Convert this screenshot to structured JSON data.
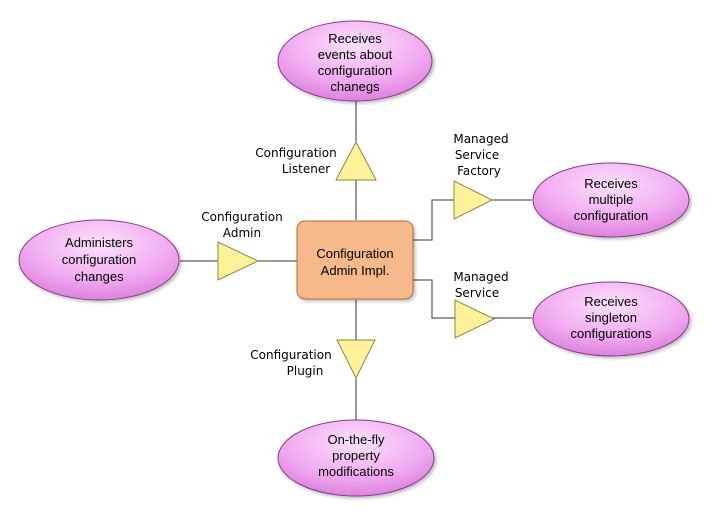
{
  "diagram": {
    "center": {
      "lines": [
        "Configuration",
        "Admin Impl."
      ]
    },
    "nodes": {
      "listener_events": {
        "lines": [
          "Receives",
          "events about",
          "configuration",
          "chanegs"
        ]
      },
      "administers": {
        "lines": [
          "Administers",
          "configuration",
          "changes"
        ]
      },
      "multiple": {
        "lines": [
          "Receives",
          "multiple",
          "configuration"
        ]
      },
      "singleton": {
        "lines": [
          "Receives",
          "singleton",
          "configurations"
        ]
      },
      "plugin_mods": {
        "lines": [
          "On-the-fly",
          "property",
          "modifications"
        ]
      }
    },
    "interfaces": {
      "listener": {
        "lines": [
          "Configuration",
          "Listener"
        ]
      },
      "admin": {
        "lines": [
          "Configuration",
          "Admin"
        ]
      },
      "factory": {
        "lines": [
          "Managed",
          "Service",
          "Factory"
        ]
      },
      "service": {
        "lines": [
          "Managed",
          "Service"
        ]
      },
      "plugin": {
        "lines": [
          "Configuration",
          "Plugin"
        ]
      }
    },
    "colors": {
      "ellipse_fill": "#f0a8f0",
      "triangle_fill": "#fdf29a",
      "center_fill": "#f8b98a"
    }
  }
}
